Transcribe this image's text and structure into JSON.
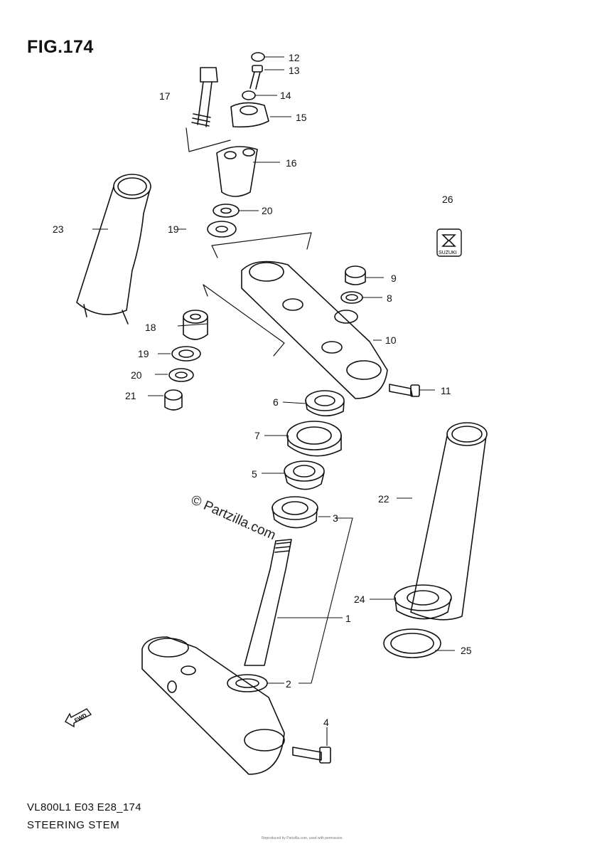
{
  "figure": {
    "title": "FIG.174"
  },
  "footer": {
    "model_code": "VL800L1 E03 E28_174",
    "assembly_name": "STEERING STEM",
    "fine_print": "Reproduced by Partzilla.com, used with permission."
  },
  "watermark": {
    "text": "© Partzilla.com"
  },
  "symbols": {
    "fwd_arrow_label": "FWD",
    "brand_label": "SUZUKI"
  },
  "callouts": [
    "1",
    "2",
    "3",
    "4",
    "5",
    "6",
    "7",
    "8",
    "9",
    "10",
    "11",
    "12",
    "13",
    "14",
    "15",
    "16",
    "17",
    "18",
    "19",
    "19",
    "20",
    "20",
    "21",
    "22",
    "23",
    "24",
    "25",
    "26"
  ]
}
